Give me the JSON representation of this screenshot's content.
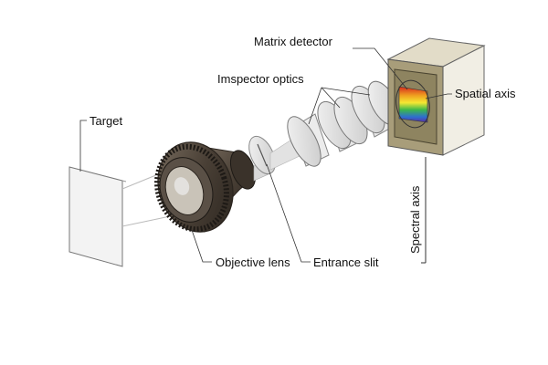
{
  "labels": {
    "target": "Target",
    "objective_lens": "Objective lens",
    "entrance_slit": "Entrance slit",
    "inspector_optics": "Imspector optics",
    "matrix_detector": "Matrix detector",
    "spatial_axis": "Spatial axis",
    "spectral_axis": "Spectral axis"
  },
  "colors": {
    "lens_body": "#4a4036",
    "detector_box": "#a89d7a",
    "line": "#333333"
  }
}
